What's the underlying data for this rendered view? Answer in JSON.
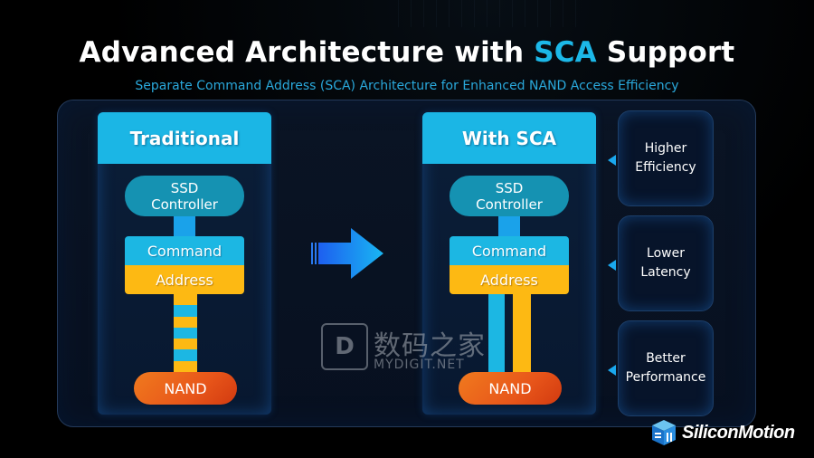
{
  "slide": {
    "title_prefix": "Advanced Architecture with ",
    "title_accent": "SCA",
    "title_suffix": " Support",
    "subtitle": "Separate Command Address (SCA) Architecture for Enhanced NAND Access Efficiency",
    "accent_color": "#1cb8e8"
  },
  "traditional": {
    "header": "Traditional",
    "controller_line1": "SSD",
    "controller_line2": "Controller",
    "command_label": "Command",
    "address_label": "Address",
    "nand_label": "NAND",
    "bus_type": "shared-interleaved",
    "bus_segments": [
      "address",
      "command",
      "address",
      "command",
      "address",
      "command",
      "address"
    ]
  },
  "transition_arrow": "right-arrow-icon",
  "with_sca": {
    "header": "With SCA",
    "controller_line1": "SSD",
    "controller_line2": "Controller",
    "command_label": "Command",
    "address_label": "Address",
    "nand_label": "NAND",
    "bus_type": "separate-lanes"
  },
  "benefits": [
    {
      "line1": "Higher",
      "line2": "Efficiency"
    },
    {
      "line1": "Lower",
      "line2": "Latency"
    },
    {
      "line1": "Better",
      "line2": "Performance"
    }
  ],
  "watermark": {
    "logo_letter": "D",
    "chinese": "数码之家",
    "english": "MYDIGIT.NET"
  },
  "brand": {
    "name": "SiliconMotion"
  },
  "colors": {
    "command": "#1cb7e3",
    "address": "#fdb913",
    "nand": "#e8561a",
    "controller": "#1592b2"
  }
}
